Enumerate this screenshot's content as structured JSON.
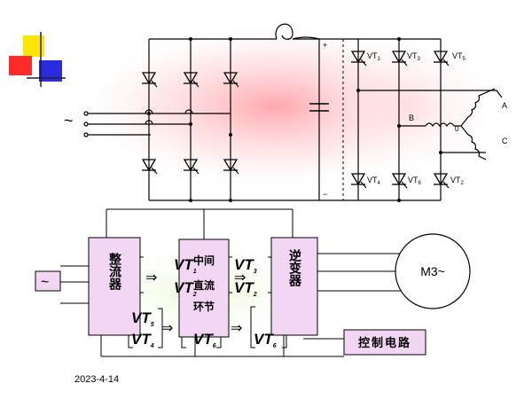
{
  "slide": {
    "date": "2023-4-14"
  },
  "power_circuit": {
    "ac_source_symbol": "~",
    "dc_plus": "+",
    "dc_minus": "−",
    "thyristors": [
      {
        "name": "VT",
        "sub": "1"
      },
      {
        "name": "VT",
        "sub": "3"
      },
      {
        "name": "VT",
        "sub": "5"
      },
      {
        "name": "VT",
        "sub": "4"
      },
      {
        "name": "VT",
        "sub": "6"
      },
      {
        "name": "VT",
        "sub": "2"
      }
    ],
    "phase_labels": {
      "a": "A",
      "b": "B",
      "c": "C",
      "neutral": "0"
    }
  },
  "block_diagram": {
    "input_symbol": "~",
    "rectifier_label": "整流器",
    "dc_link_label_line1": "中间",
    "dc_link_label_line2": "直流",
    "dc_link_label_line3": "环节",
    "inverter_label": "逆变器",
    "motor_label": "M3~",
    "control_label": "控制电路",
    "arrow_symbol": "⇒",
    "vt_labels": [
      {
        "main": "VT",
        "sub": "1"
      },
      {
        "main": "VT",
        "sub": "2"
      },
      {
        "main": "VT",
        "sub": "3"
      },
      {
        "main": "VT",
        "sub": "2"
      },
      {
        "main": "VT",
        "sub": "5"
      },
      {
        "main": "VT",
        "sub": "4"
      },
      {
        "main": "VT",
        "sub": "6"
      },
      {
        "main": "VT",
        "sub": "6"
      }
    ]
  },
  "colors": {
    "glow": "#ff9aa0",
    "block_fill": "#f3d6f3",
    "logo_yellow": "#ffe600",
    "logo_red": "#ff2a2a",
    "logo_blue": "#2a2adf"
  }
}
